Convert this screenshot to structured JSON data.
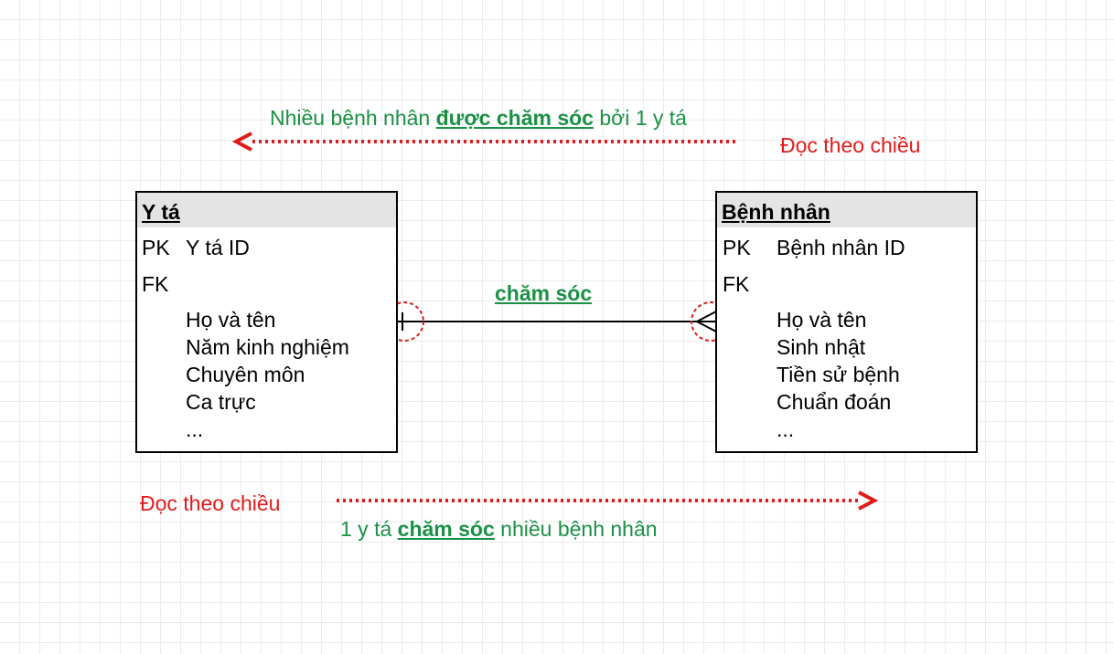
{
  "top_note": {
    "pre": "Nhiều bệnh nhân ",
    "bold": "được chăm sóc",
    "post": " bởi 1 y tá"
  },
  "top_direction_label": "Đọc theo chiều",
  "bottom_direction_label": "Đọc theo chiều",
  "bottom_note": {
    "pre": "1 y tá ",
    "bold": "chăm sóc",
    "post": " nhiều bệnh nhân"
  },
  "relationship_label": "chăm sóc",
  "entity_left": {
    "title": "Y tá",
    "pk_label": "PK",
    "pk_value": "Y tá ID",
    "fk_label": "FK",
    "attributes": [
      "Họ và tên",
      "Năm kinh nghiệm",
      "Chuyên môn",
      "Ca trực",
      "..."
    ]
  },
  "entity_right": {
    "title": "Bệnh nhân",
    "pk_label": "PK",
    "pk_value": "Bệnh nhân ID",
    "fk_label": "FK",
    "attributes": [
      "Họ và tên",
      "Sinh nhật",
      "Tiền sử bệnh",
      "Chuẩn đoán",
      "..."
    ]
  },
  "colors": {
    "green": "#1a9145",
    "red": "#e11b1b"
  }
}
